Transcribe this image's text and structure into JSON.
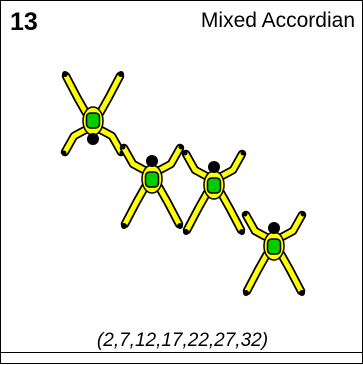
{
  "card": {
    "number": "13",
    "title": "Mixed Accordian",
    "sequence": "(2,7,12,17,22,27,32)"
  },
  "colors": {
    "suit": "#ffff00",
    "harness": "#00cc00",
    "outline": "#000000",
    "background": "#ffffff"
  },
  "formation": {
    "jumpers": [
      {
        "name": "jumper-1",
        "heading_deg": 0
      },
      {
        "name": "jumper-2",
        "heading_deg": 180
      },
      {
        "name": "jumper-3",
        "heading_deg": 180
      },
      {
        "name": "jumper-4",
        "heading_deg": 180
      }
    ]
  }
}
